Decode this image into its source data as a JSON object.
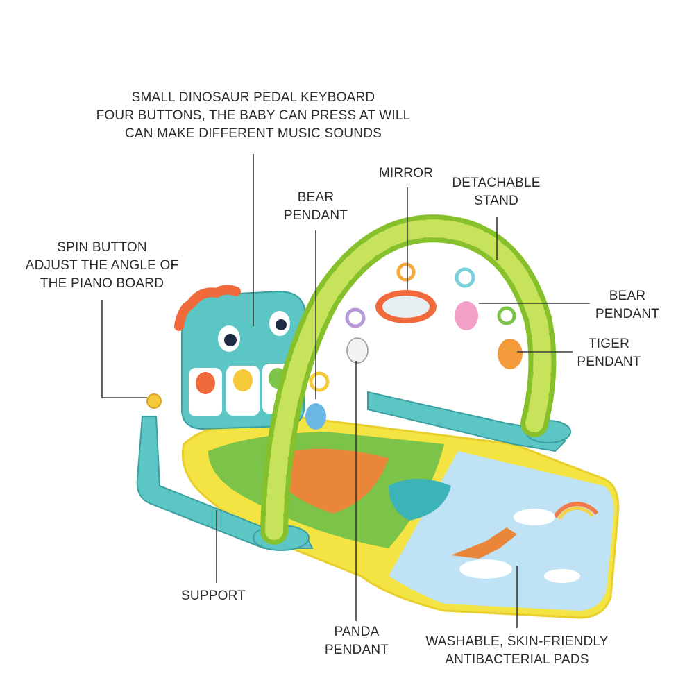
{
  "callouts": {
    "keyboard": {
      "line1": "SMALL DINOSAUR PEDAL KEYBOARD",
      "line2": "FOUR BUTTONS, THE BABY CAN PRESS AT WILL",
      "line3": "CAN MAKE DIFFERENT MUSIC SOUNDS"
    },
    "mirror": {
      "line1": "MIRROR"
    },
    "stand": {
      "line1": "DETACHABLE",
      "line2": "STAND"
    },
    "bear_left": {
      "line1": "BEAR",
      "line2": "PENDANT"
    },
    "spin": {
      "line1": "SPIN BUTTON",
      "line2": "ADJUST THE ANGLE OF",
      "line3": "THE PIANO BOARD"
    },
    "bear_right": {
      "line1": "BEAR",
      "line2": "PENDANT"
    },
    "tiger": {
      "line1": "TIGER",
      "line2": "PENDANT"
    },
    "support": {
      "line1": "SUPPORT"
    },
    "panda": {
      "line1": "PANDA",
      "line2": "PENDANT"
    },
    "pads": {
      "line1": "WASHABLE, SKIN-FRIENDLY",
      "line2": "ANTIBACTERIAL PADS"
    }
  },
  "colors": {
    "frame_teal": "#5cc6c4",
    "arch_green": "#9fd33c",
    "mat_yellow": "#f3e343",
    "sky_blue": "#bfe3f4",
    "text": "#2b2b2b"
  }
}
